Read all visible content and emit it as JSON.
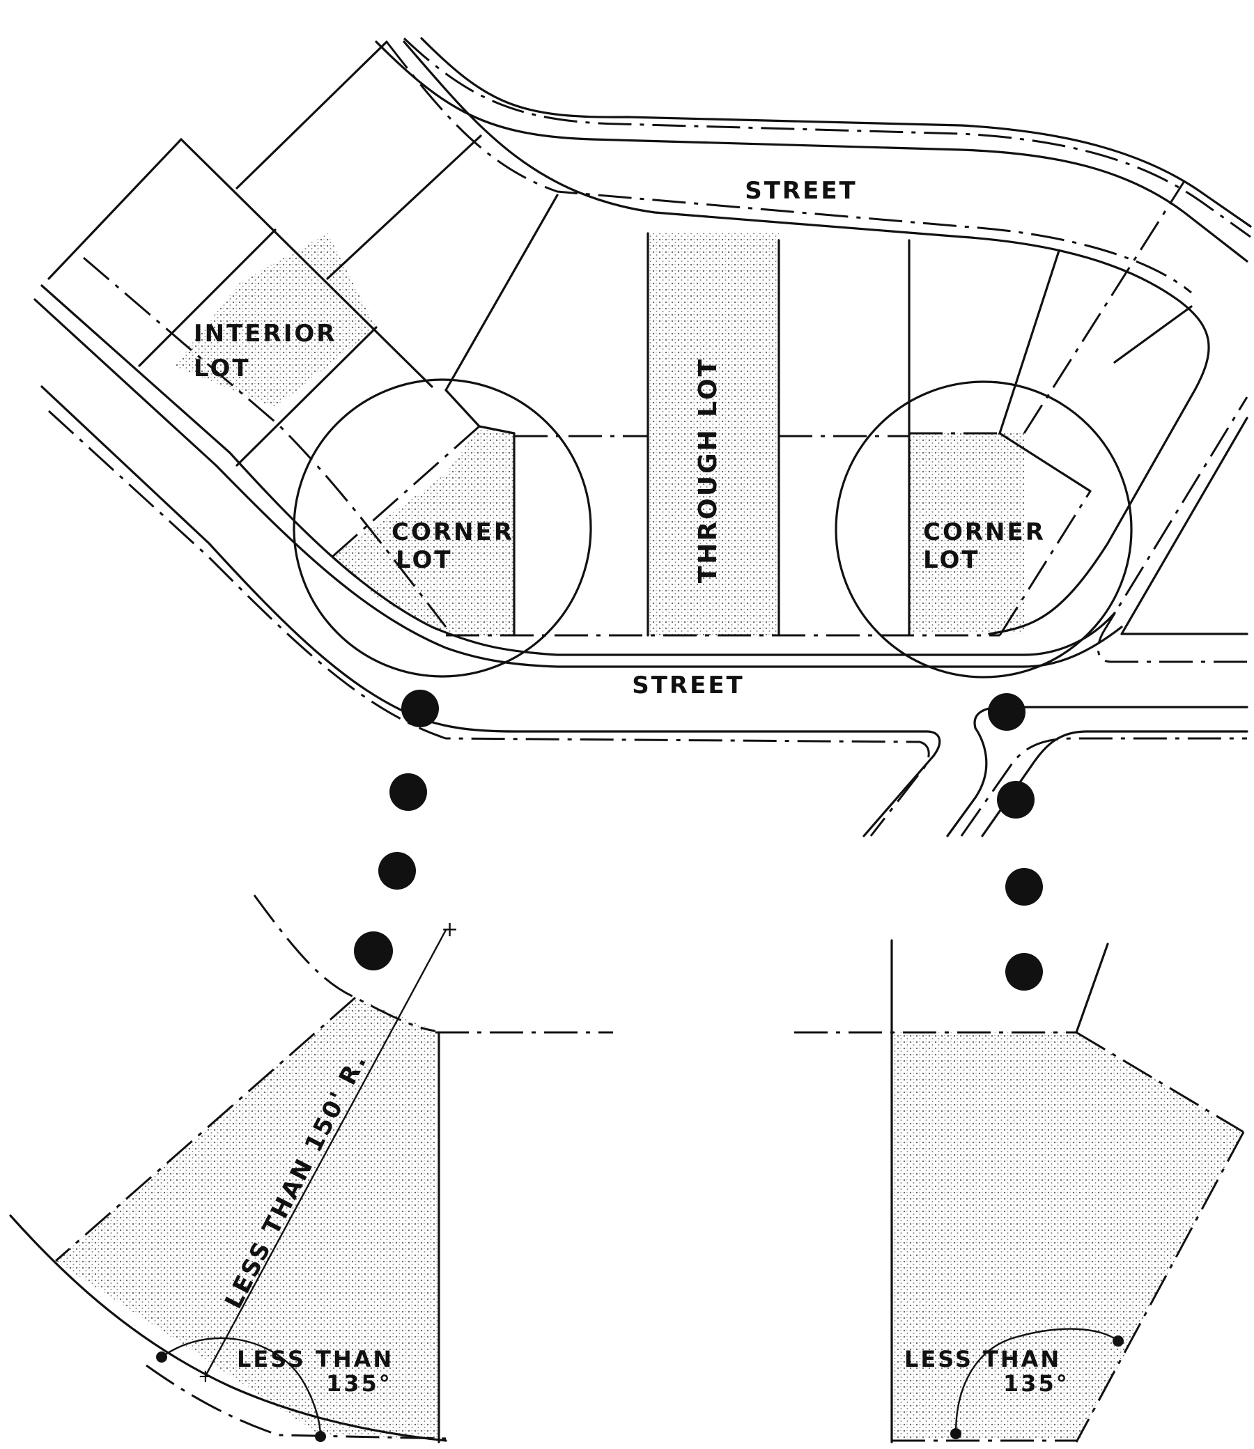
{
  "labels": {
    "street_top": "STREET",
    "street_middle": "STREET",
    "interior_lot_line1": "INTERIOR",
    "interior_lot_line2": "LOT",
    "through_lot": "THROUGH LOT",
    "corner_lot_left_line1": "CORNER",
    "corner_lot_left_line2": "LOT",
    "corner_lot_right_line1": "CORNER",
    "corner_lot_right_line2": "LOT",
    "radius_note": "LESS THAN 150' R.",
    "angle_left_line1": "LESS THAN",
    "angle_left_line2": "135°",
    "angle_right_line1": "LESS THAN",
    "angle_right_line2": "135°"
  }
}
